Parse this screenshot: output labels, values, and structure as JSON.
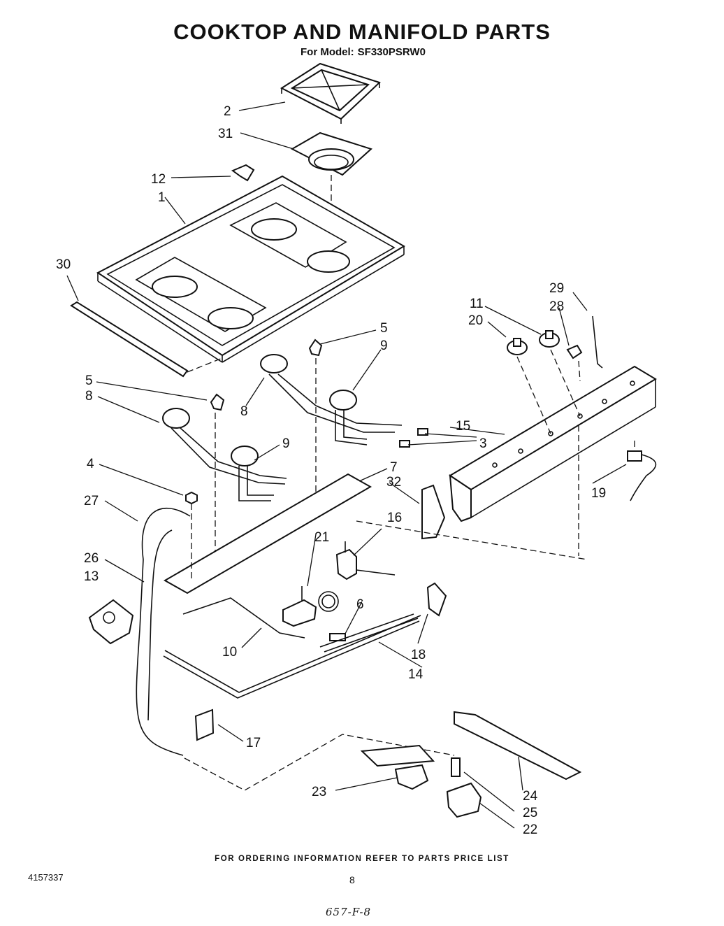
{
  "header": {
    "title": "COOKTOP AND MANIFOLD PARTS",
    "model_label": "For Model:",
    "model_number": "SF330PSRW0"
  },
  "callouts": {
    "c1": "1",
    "c2": "2",
    "c3": "3",
    "c4": "4",
    "c5a": "5",
    "c5b": "5",
    "c6": "6",
    "c7": "7",
    "c8a": "8",
    "c8b": "8",
    "c9a": "9",
    "c9b": "9",
    "c10": "10",
    "c11": "11",
    "c12": "12",
    "c13": "13",
    "c14": "14",
    "c15": "15",
    "c16": "16",
    "c17": "17",
    "c18": "18",
    "c19": "19",
    "c20": "20",
    "c21": "21",
    "c22": "22",
    "c23": "23",
    "c24": "24",
    "c25": "25",
    "c26": "26",
    "c27": "27",
    "c28": "28",
    "c29": "29",
    "c30": "30",
    "c31": "31",
    "c32": "32"
  },
  "footer": {
    "ordering_info": "FOR ORDERING INFORMATION REFER TO PARTS PRICE LIST",
    "doc_number": "4157337",
    "page_number": "8",
    "handwritten_note": "657-F-8"
  }
}
